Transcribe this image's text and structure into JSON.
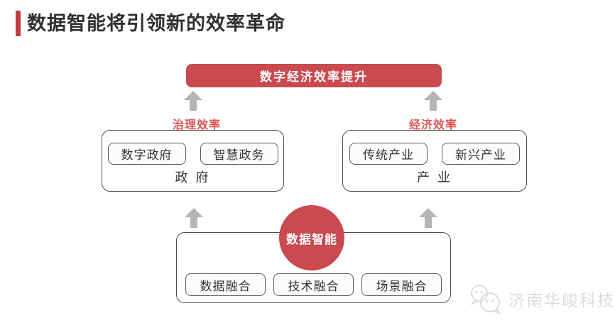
{
  "page": {
    "title": "数据智能将引领新的效率革命"
  },
  "diagram": {
    "top_box": {
      "label": "数字经济效率提升"
    },
    "left_label": "治理效率",
    "right_label": "经济效率",
    "left_group": {
      "items": [
        "数字政府",
        "智慧政务"
      ],
      "label": "政 府"
    },
    "right_group": {
      "items": [
        "传统产业",
        "新兴产业"
      ],
      "label": "产 业"
    },
    "center_circle": {
      "label": "数据智能"
    },
    "bottom_group": {
      "items": [
        "数据融合",
        "技术融合",
        "场景融合"
      ]
    },
    "icons": {
      "up_arrow": "up-arrow-icon",
      "wechat_logo": "wechat-icon"
    },
    "colors": {
      "accent_red": "#C94A4F",
      "label_red": "#DF5452",
      "title_bar_red": "#C13A40",
      "arrow_gray": "#B5B5B5",
      "border_dark": "#4F4F4F",
      "text_dark": "#303030",
      "watermark_gray": "#DCDCDC"
    }
  },
  "watermark": {
    "text": "济南华峻科技"
  }
}
